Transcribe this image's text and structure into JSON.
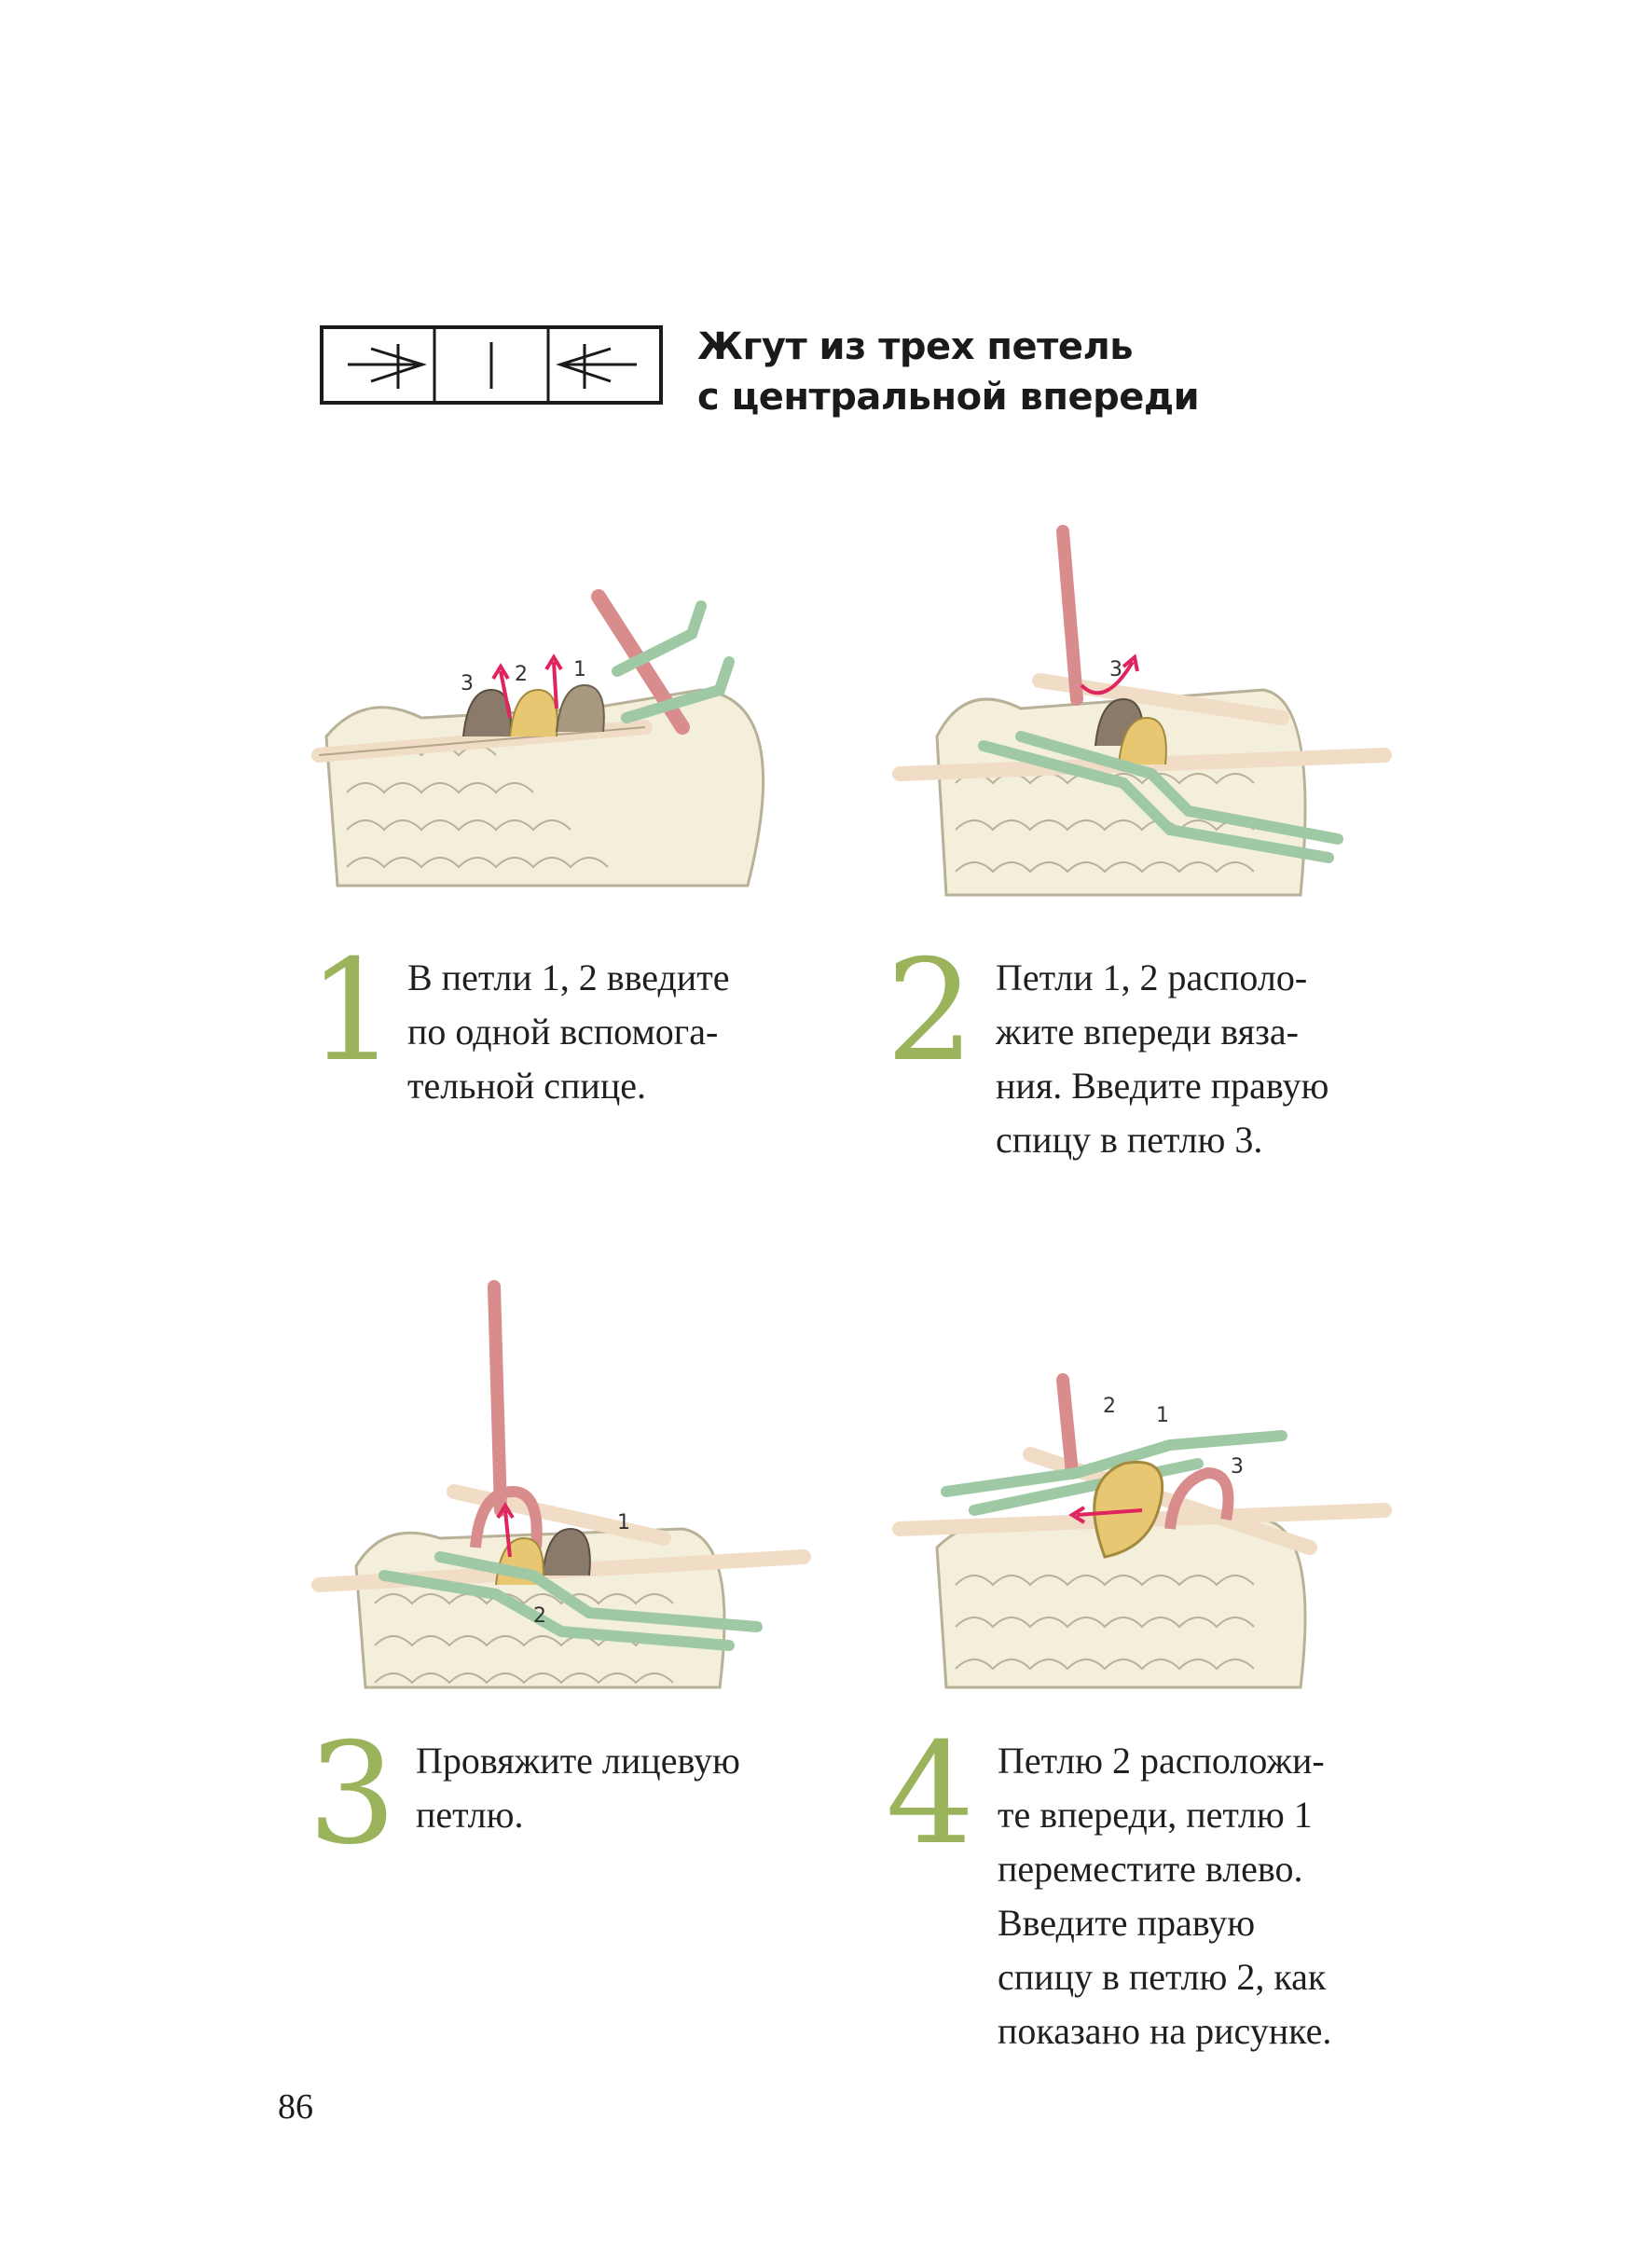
{
  "heading": {
    "line1": "Жгут из трех петель",
    "line2": "с центральной впереди"
  },
  "colors": {
    "step_number": "#9bb45c",
    "fabric": "#f3efdb",
    "fabric_outline": "#b8b197",
    "needle": "#f1dcc6",
    "cable_needle": "#9fc9a4",
    "working_yarn": "#d98c8c",
    "loop_1": "#8a7a6a",
    "loop_2": "#e8c773",
    "loop_3": "#a89880",
    "arrow": "#e0245e"
  },
  "steps": [
    {
      "number": "1",
      "lines": [
        "В петли 1, 2 введите",
        "по одной вспомога-",
        "тельной спице."
      ],
      "loop_labels": [
        "3",
        "2",
        "1"
      ]
    },
    {
      "number": "2",
      "lines": [
        "Петли 1, 2 располо-",
        "жите впереди вяза-",
        "ния. Введите правую",
        "спицу в петлю 3."
      ],
      "loop_labels": [
        "3"
      ]
    },
    {
      "number": "3",
      "lines": [
        "Провяжите лицевую",
        "петлю."
      ],
      "loop_labels": [
        "1",
        "2"
      ]
    },
    {
      "number": "4",
      "lines": [
        "Петлю 2 расположи-",
        "те впереди, петлю 1",
        "переместите влево.",
        "Введите правую",
        "спицу в петлю 2, как",
        "показано на рисунке."
      ],
      "loop_labels": [
        "2",
        "1",
        "3"
      ]
    }
  ],
  "page_number": "86"
}
